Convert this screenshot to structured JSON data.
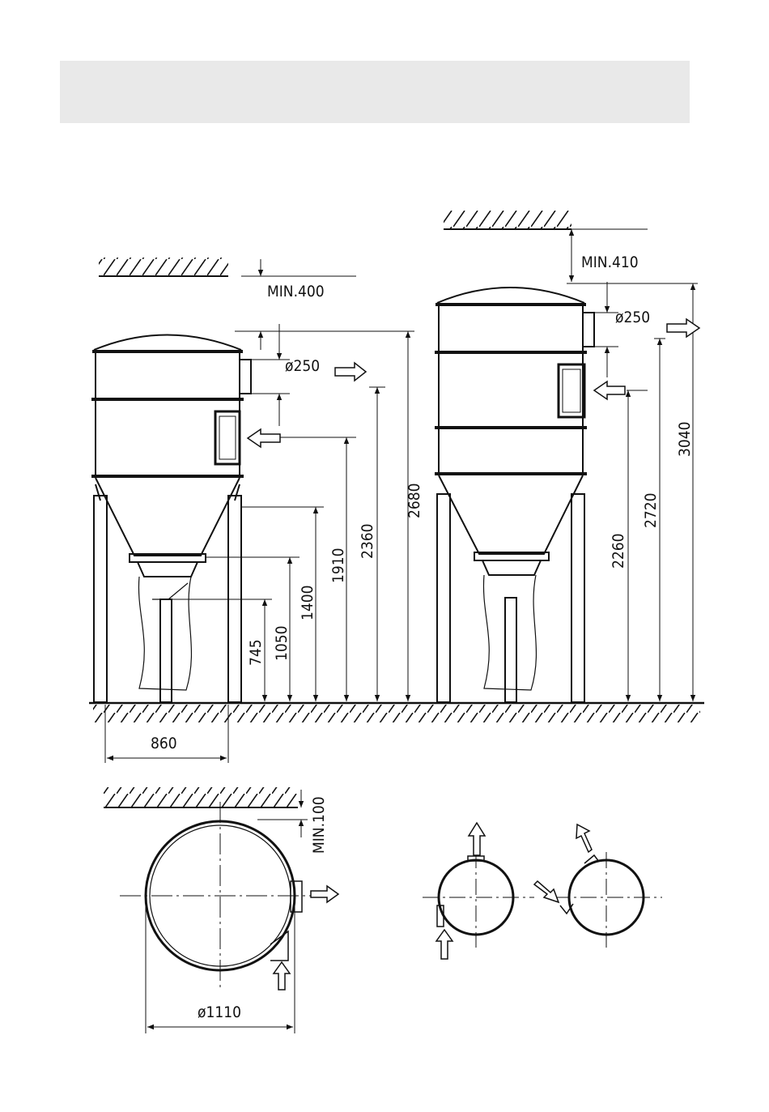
{
  "header_band": "",
  "colors": {
    "ink": "#111111",
    "band": "#e9e9e9",
    "paper": "#ffffff"
  },
  "left_unit": {
    "min_ceiling": "MIN.400",
    "outlet_dia": "ø250",
    "width": "860",
    "heights": [
      "2680",
      "2360",
      "1910",
      "1400",
      "1050",
      "745"
    ]
  },
  "right_unit": {
    "min_ceiling": "MIN.410",
    "outlet_dia": "ø250",
    "heights": [
      "3040",
      "2720",
      "2260"
    ]
  },
  "plan_view": {
    "min_wall": "MIN.100",
    "diameter": "ø1110"
  }
}
